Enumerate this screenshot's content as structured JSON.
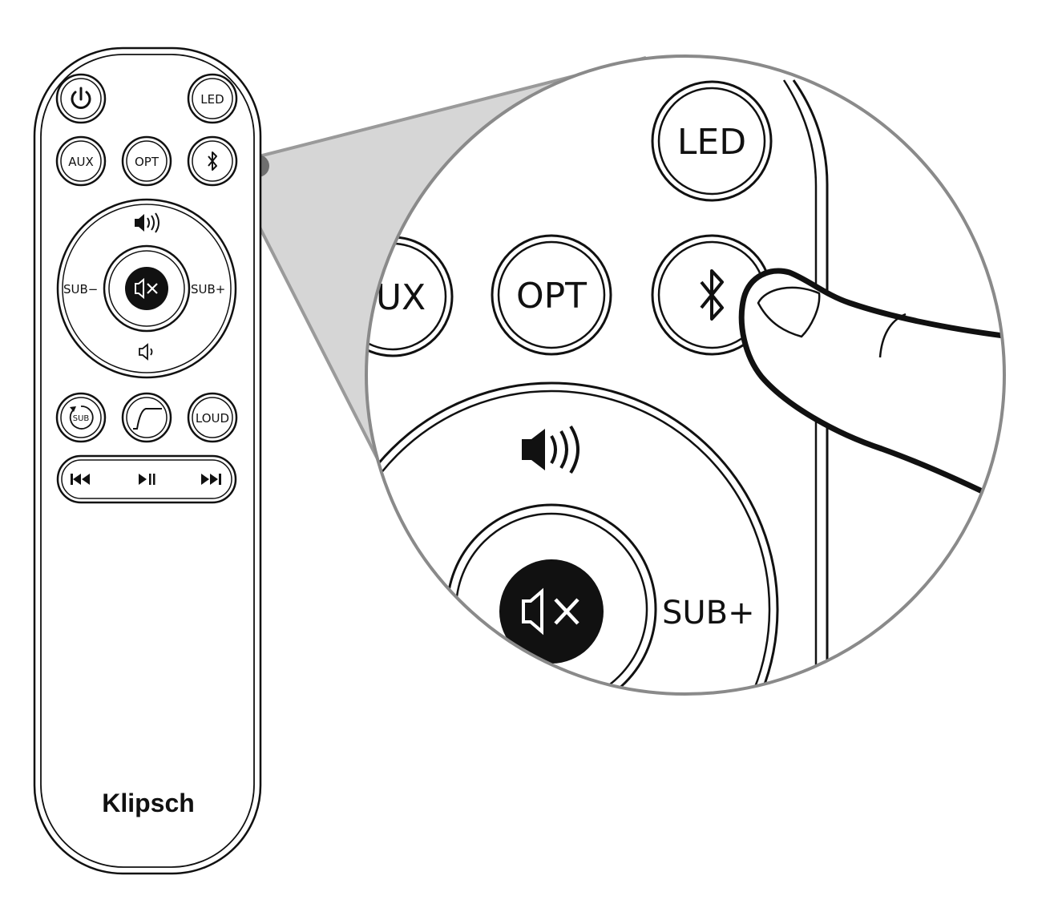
{
  "remote": {
    "buttons": {
      "power": {
        "icon": "power-icon"
      },
      "led": {
        "label": "LED"
      },
      "aux": {
        "label": "AUX"
      },
      "opt": {
        "label": "OPT"
      },
      "bluetooth": {
        "icon": "bluetooth-icon"
      },
      "volume_up": {
        "icon": "volume-up-icon"
      },
      "volume_down": {
        "icon": "volume-down-icon"
      },
      "mute": {
        "icon": "mute-icon"
      },
      "sub_minus": {
        "label": "SUB−"
      },
      "sub_plus": {
        "label": "SUB+"
      },
      "sub_cycle": {
        "label": "SUB",
        "icon": "cycle-arrow-icon"
      },
      "filter": {
        "icon": "eq-curve-icon"
      },
      "loud": {
        "label": "LOUD"
      },
      "previous": {
        "icon": "previous-track-icon"
      },
      "play_pause": {
        "icon": "play-pause-icon"
      },
      "next": {
        "icon": "next-track-icon"
      }
    },
    "brand": "Klipsch"
  },
  "zoom": {
    "led_label": "LED",
    "aux_label": "UX",
    "opt_label": "OPT",
    "sub_plus_label": "SUB+",
    "icons": [
      "bluetooth-icon",
      "volume-up-icon",
      "mute-icon",
      "finger-icon"
    ]
  },
  "colors": {
    "line": "#111111",
    "callout": "#d6d6d6",
    "callout_edge": "#9a9a9a",
    "dot": "#6f6f6f"
  }
}
